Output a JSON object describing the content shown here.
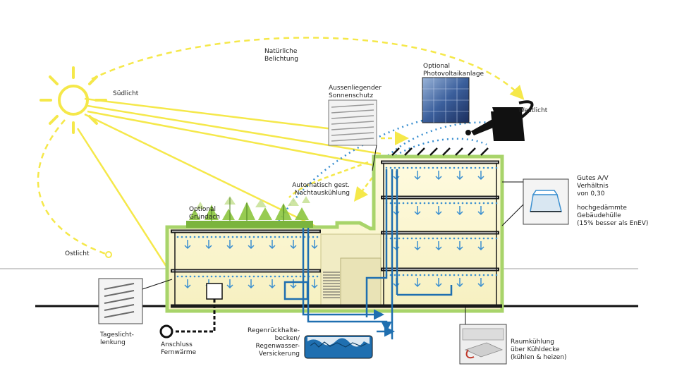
{
  "labels": {
    "natural_light": [
      "Natürliche",
      "Belichtung"
    ],
    "south_light": [
      "Südlicht"
    ],
    "east_light": [
      "Ostlicht"
    ],
    "west_light": [
      "Westlicht"
    ],
    "exterior_shading": [
      "Aussenliegender",
      "Sonnenschutz"
    ],
    "photovoltaic": [
      "Optional",
      "Photovoltaikanlage"
    ],
    "night_cooling": [
      "Automatisch gest.",
      "Nachtauskühlung"
    ],
    "green_roof": [
      "Optional",
      "Gründach"
    ],
    "av_ratio": [
      "Gutes A/V",
      "Verhältnis",
      "von 0,30"
    ],
    "insulation": [
      "hochgedämmte",
      "Gebäudehülle",
      "(15% besser als EnEV)"
    ],
    "daylight_guidance": [
      "Tageslicht-",
      "lenkung"
    ],
    "district_heating": [
      "Anschluss",
      "Fernwärme"
    ],
    "rainwater": [
      "Regenrückhalte-",
      "becken/",
      "Regenwasser-",
      "Versickerung"
    ],
    "ceiling_cooling": [
      "Raumkühlung",
      "über Kühldecke",
      "(kühlen & heizen)"
    ]
  },
  "colors": {
    "sun": "#f5e84a",
    "green_envelope": "#a8d46a",
    "water": "#1f6fb0",
    "air_dots": "#3a8fd0",
    "slab": "#1a1a1a",
    "interior_glow": "#fbf7d0",
    "plant": "#8cc63f",
    "watering_can": "#111111"
  },
  "icons": [
    "sun-icon",
    "watering-can-icon",
    "pv-panel-icon",
    "louver-icon",
    "cooling-ceiling-icon",
    "heating-connector-icon",
    "rainwater-basin-icon",
    "building-volume-icon"
  ]
}
